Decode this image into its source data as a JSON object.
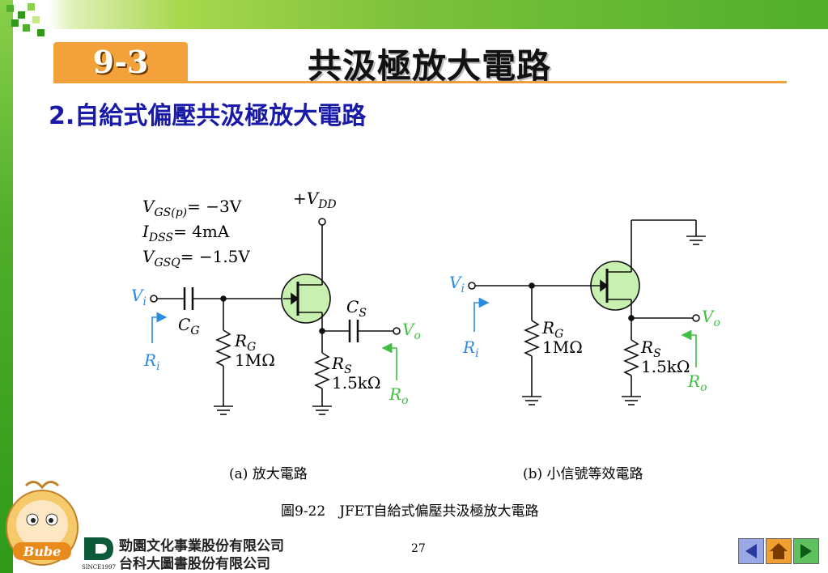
{
  "slide": {
    "section_number": "9-3",
    "title": "共汲極放大電路",
    "subtitle": "2.自給式偏壓共汲極放大電路",
    "page_number": "27"
  },
  "params": {
    "vgsp_label": "V",
    "vgsp_sub": "GS(p)",
    "vgsp_value": "= −3V",
    "idss_label": "I",
    "idss_sub": "DSS",
    "idss_value": "= 4mA",
    "vgsq_label": "V",
    "vgsq_sub": "GSQ",
    "vgsq_value": "= −1.5V"
  },
  "circuit_a": {
    "vdd": "+V",
    "vdd_sub": "DD",
    "vi": "V",
    "vi_sub": "i",
    "vo": "V",
    "vo_sub": "o",
    "cg": "C",
    "cg_sub": "G",
    "cs": "C",
    "cs_sub": "S",
    "rg": "R",
    "rg_sub": "G",
    "rg_value": "1MΩ",
    "rs": "R",
    "rs_sub": "S",
    "rs_value": "1.5kΩ",
    "ri": "R",
    "ri_sub": "i",
    "ro": "R",
    "ro_sub": "o"
  },
  "circuit_b": {
    "vi": "V",
    "vi_sub": "i",
    "vo": "V",
    "vo_sub": "o",
    "rg": "R",
    "rg_sub": "G",
    "rg_value": "1MΩ",
    "rs": "R",
    "rs_sub": "S",
    "rs_value": "1.5kΩ",
    "ri": "R",
    "ri_sub": "i",
    "ro": "R",
    "ro_sub": "o"
  },
  "captions": {
    "a": "(a) 放大電路",
    "b": "(b) 小信號等效電路",
    "figure": "圖9-22　JFET自給式偏壓共汲極放大電路"
  },
  "footer": {
    "company_line1": "勁園文化事業股份有限公司",
    "company_line2": "台科大圖書股份有限公司",
    "logo_since": "SINCE1997",
    "mascot_text": "Bube"
  },
  "colors": {
    "accent_orange": "#f3a13a",
    "title_blue": "#1a1aa8",
    "input_blue": "#2a8be0",
    "output_green": "#3fbf3f",
    "jfet_fill": "#c8f0b0"
  },
  "nav": {
    "prev_icon": "triangle-left-icon",
    "home_icon": "home-icon",
    "next_icon": "triangle-right-icon"
  }
}
